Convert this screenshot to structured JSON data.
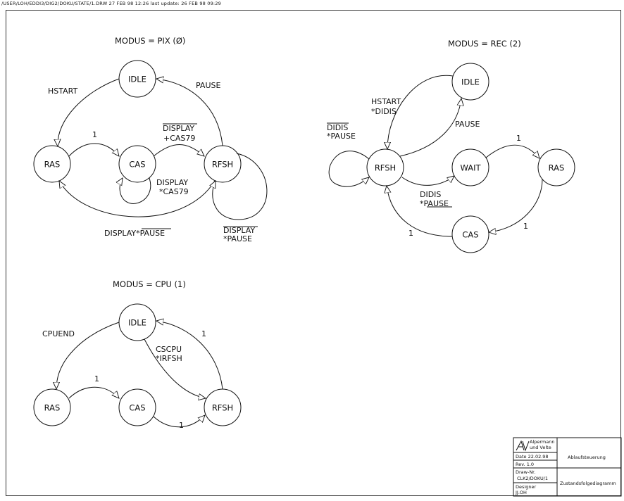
{
  "header": "/USER/LOH/EDDI3/DIG2/DOKU/STATE/1.DRW   27 FEB 98 12:26   last update: 26 FEB 98 09:29",
  "titles": {
    "pix": "MODUS = PIX (Ø)",
    "rec": "MODUS = REC (2)",
    "cpu": "MODUS = CPU (1)"
  },
  "states": {
    "pix": {
      "idle": "IDLE",
      "ras": "RAS",
      "cas": "CAS",
      "rfsh": "RFSH"
    },
    "rec": {
      "idle": "IDLE",
      "rfsh": "RFSH",
      "wait": "WAIT",
      "ras": "RAS",
      "cas": "CAS"
    },
    "cpu": {
      "idle": "IDLE",
      "ras": "RAS",
      "cas": "CAS",
      "rfsh": "RFSH"
    }
  },
  "labels": {
    "pix": {
      "hstart": "HSTART",
      "pause": "PAUSE",
      "one": "1",
      "display_over": "DISPLAY",
      "cas79_plus": "+CAS79",
      "display2": "DISPLAY",
      "cas79_star": "*CAS79",
      "display_pause_a": "DISPLAY*",
      "display_pause_b": "PAUSE",
      "rfsh_self_a": "DISPLAY",
      "rfsh_self_b": "*PAUSE"
    },
    "rec": {
      "hstart": "HSTART",
      "didis_star": "*DIDIS",
      "pause": "PAUSE",
      "didis_over": "DIDIS",
      "pause_star": "*PAUSE",
      "didis2": "DIDIS",
      "pause2": "*PAUSE",
      "one_wait_ras": "1",
      "one_ras_cas": "1",
      "one_cas_rfsh": "1"
    },
    "cpu": {
      "cpuend": "CPUEND",
      "cscpu": "CSCPU",
      "irfsh": "*IRFSH",
      "one_ras_cas": "1",
      "one_cas_rfsh": "1",
      "one_rfsh_idle": "1"
    }
  },
  "title_block": {
    "company_a": "Alpermann",
    "company_b": "und Velte",
    "date": "Date  22.02.98",
    "rev": "Rev.  1.0",
    "drawnr_label": "Draw-Nr.",
    "drawnr": "CLK2/DOKU/1",
    "designer_label": "Designer",
    "designer": "JJ.OH",
    "desc1": "Ablaufsteuerung",
    "desc2": "Zustandsfolgediagramm"
  }
}
